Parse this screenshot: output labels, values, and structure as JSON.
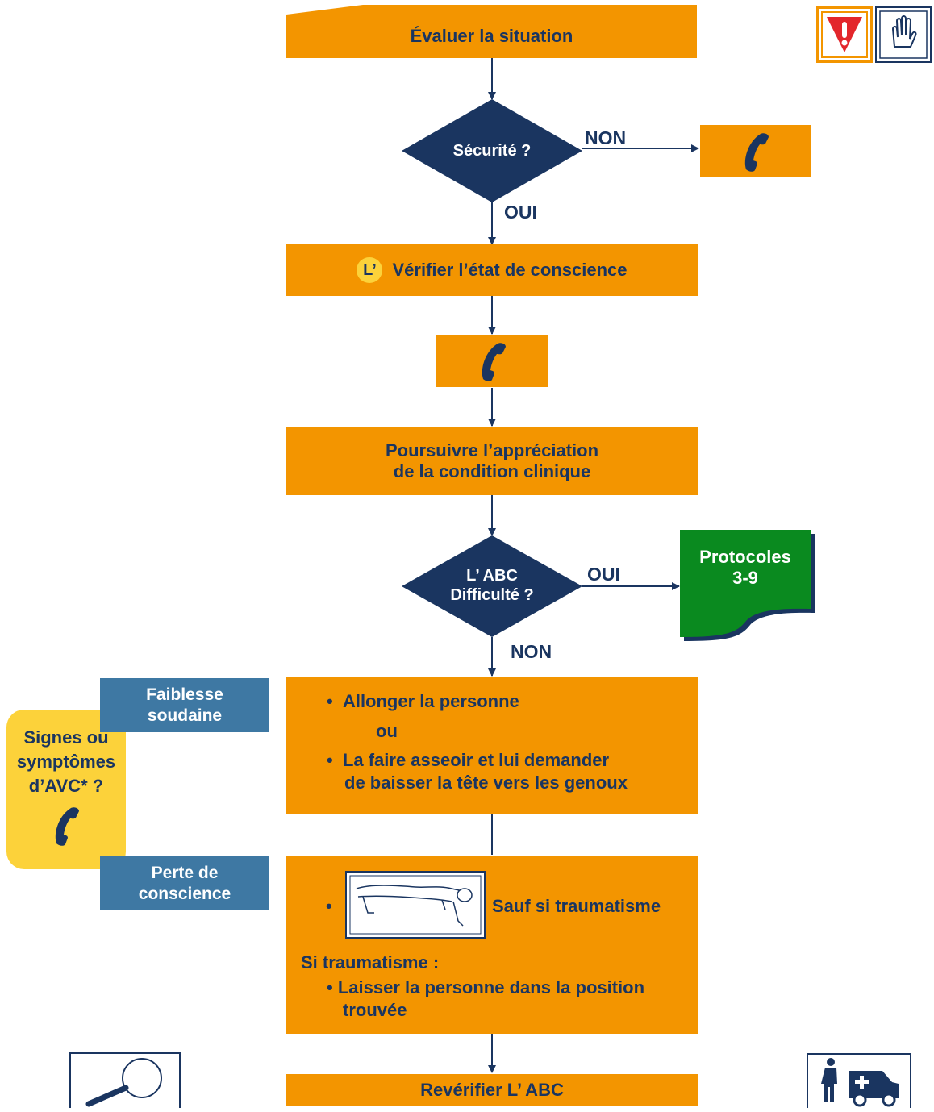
{
  "steps": {
    "evaluate": "Évaluer la situation",
    "verify_prefix": "L’",
    "verify": "Vérifier l’état de conscience",
    "continue_line1": "Poursuivre l’appréciation",
    "continue_line2": "de la condition clinique",
    "recheck": "Revérifier L’ ABC"
  },
  "decisions": {
    "security": "Sécurité ?",
    "abc_line1": "L’ ABC",
    "abc_line2": "Difficulté ?"
  },
  "branches": {
    "non": "NON",
    "oui": "OUI"
  },
  "protocols": {
    "line1": "Protocoles",
    "line2": "3-9"
  },
  "side_tabs": {
    "weakness_line1": "Faiblesse",
    "weakness_line2": "soudaine",
    "loss_line1": "Perte de",
    "loss_line2": "conscience"
  },
  "avc_note": {
    "line1": "Signes ou",
    "line2": "symptômes",
    "line3": "d’AVC* ?"
  },
  "weakness_actions": {
    "item1": "Allonger la personne",
    "or": "ou",
    "item2_line1": "La faire asseoir et lui demander",
    "item2_line2": "de baisser la tête vers les genoux"
  },
  "loss_actions": {
    "item1": "Sauf si traumatisme",
    "trauma_heading": "Si traumatisme :",
    "trauma_line1": "Laisser la personne dans la position",
    "trauma_line2": "trouvée"
  },
  "icons": [
    "warning-icon",
    "glove-icon",
    "phone-icon",
    "magnifier-icon",
    "person-ambulance-icon",
    "recovery-position-illustration"
  ],
  "colors": {
    "orange": "#f39500",
    "navy": "#1a3560",
    "green": "#0a8a1f",
    "steel_blue": "#3e78a3",
    "yellow": "#fcd23a",
    "red": "#e3262b"
  }
}
